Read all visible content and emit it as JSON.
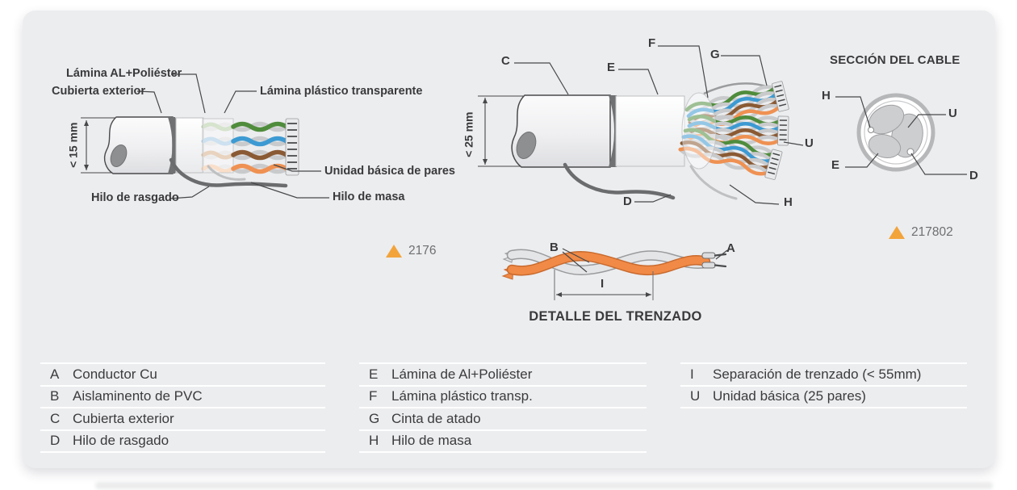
{
  "diagram_small": {
    "labels": {
      "lamina_al": "Lámina AL+Poliéster",
      "cubierta_exterior": "Cubierta exterior",
      "lamina_plastico": "Lámina plástico transparente",
      "dimension": "< 15 mm",
      "hilo_rasgado": "Hilo de rasgado",
      "unidad_basica": "Unidad básica de pares",
      "hilo_masa": "Hilo de masa"
    },
    "ref_number": "2176"
  },
  "diagram_large": {
    "dimension": "< 25 mm",
    "callouts": {
      "c": "C",
      "e": "E",
      "f": "F",
      "g": "G",
      "u": "U",
      "d": "D",
      "h": "H"
    }
  },
  "cross_section": {
    "title": "SECCIÓN DEL CABLE",
    "callouts": {
      "h": "H",
      "u": "U",
      "e": "E",
      "d": "D"
    },
    "ref_number": "217802"
  },
  "twist_detail": {
    "title": "DETALLE DEL TRENZADO",
    "callouts": {
      "b": "B",
      "a": "A",
      "i": "I"
    }
  },
  "legend": {
    "columns": [
      {
        "rows": [
          {
            "letter": "A",
            "text": "Conductor Cu"
          },
          {
            "letter": "B",
            "text": "Aislaminento de PVC"
          },
          {
            "letter": "C",
            "text": "Cubierta exterior"
          },
          {
            "letter": "D",
            "text": "Hilo de rasgado"
          }
        ]
      },
      {
        "rows": [
          {
            "letter": "E",
            "text": "Lámina de Al+Poliéster"
          },
          {
            "letter": "F",
            "text": "Lámina plástico transp."
          },
          {
            "letter": "G",
            "text": "Cinta de atado"
          },
          {
            "letter": "H",
            "text": "Hilo de masa"
          }
        ]
      },
      {
        "rows": [
          {
            "letter": "I",
            "text": "Separación de trenzado (< 55mm)"
          },
          {
            "letter": "U",
            "text": "Unidad básica (25 pares)"
          }
        ]
      }
    ]
  },
  "colors": {
    "panel_bg": "#ECEDEF",
    "accent_triangle": "#F2A43B",
    "label_text": "#3A3A3C",
    "ref_text": "#6E6F71",
    "pair_green": "#4F8C3C",
    "pair_blue": "#3D9AD2",
    "pair_brown": "#8A5A34",
    "pair_orange": "#EF9152"
  }
}
